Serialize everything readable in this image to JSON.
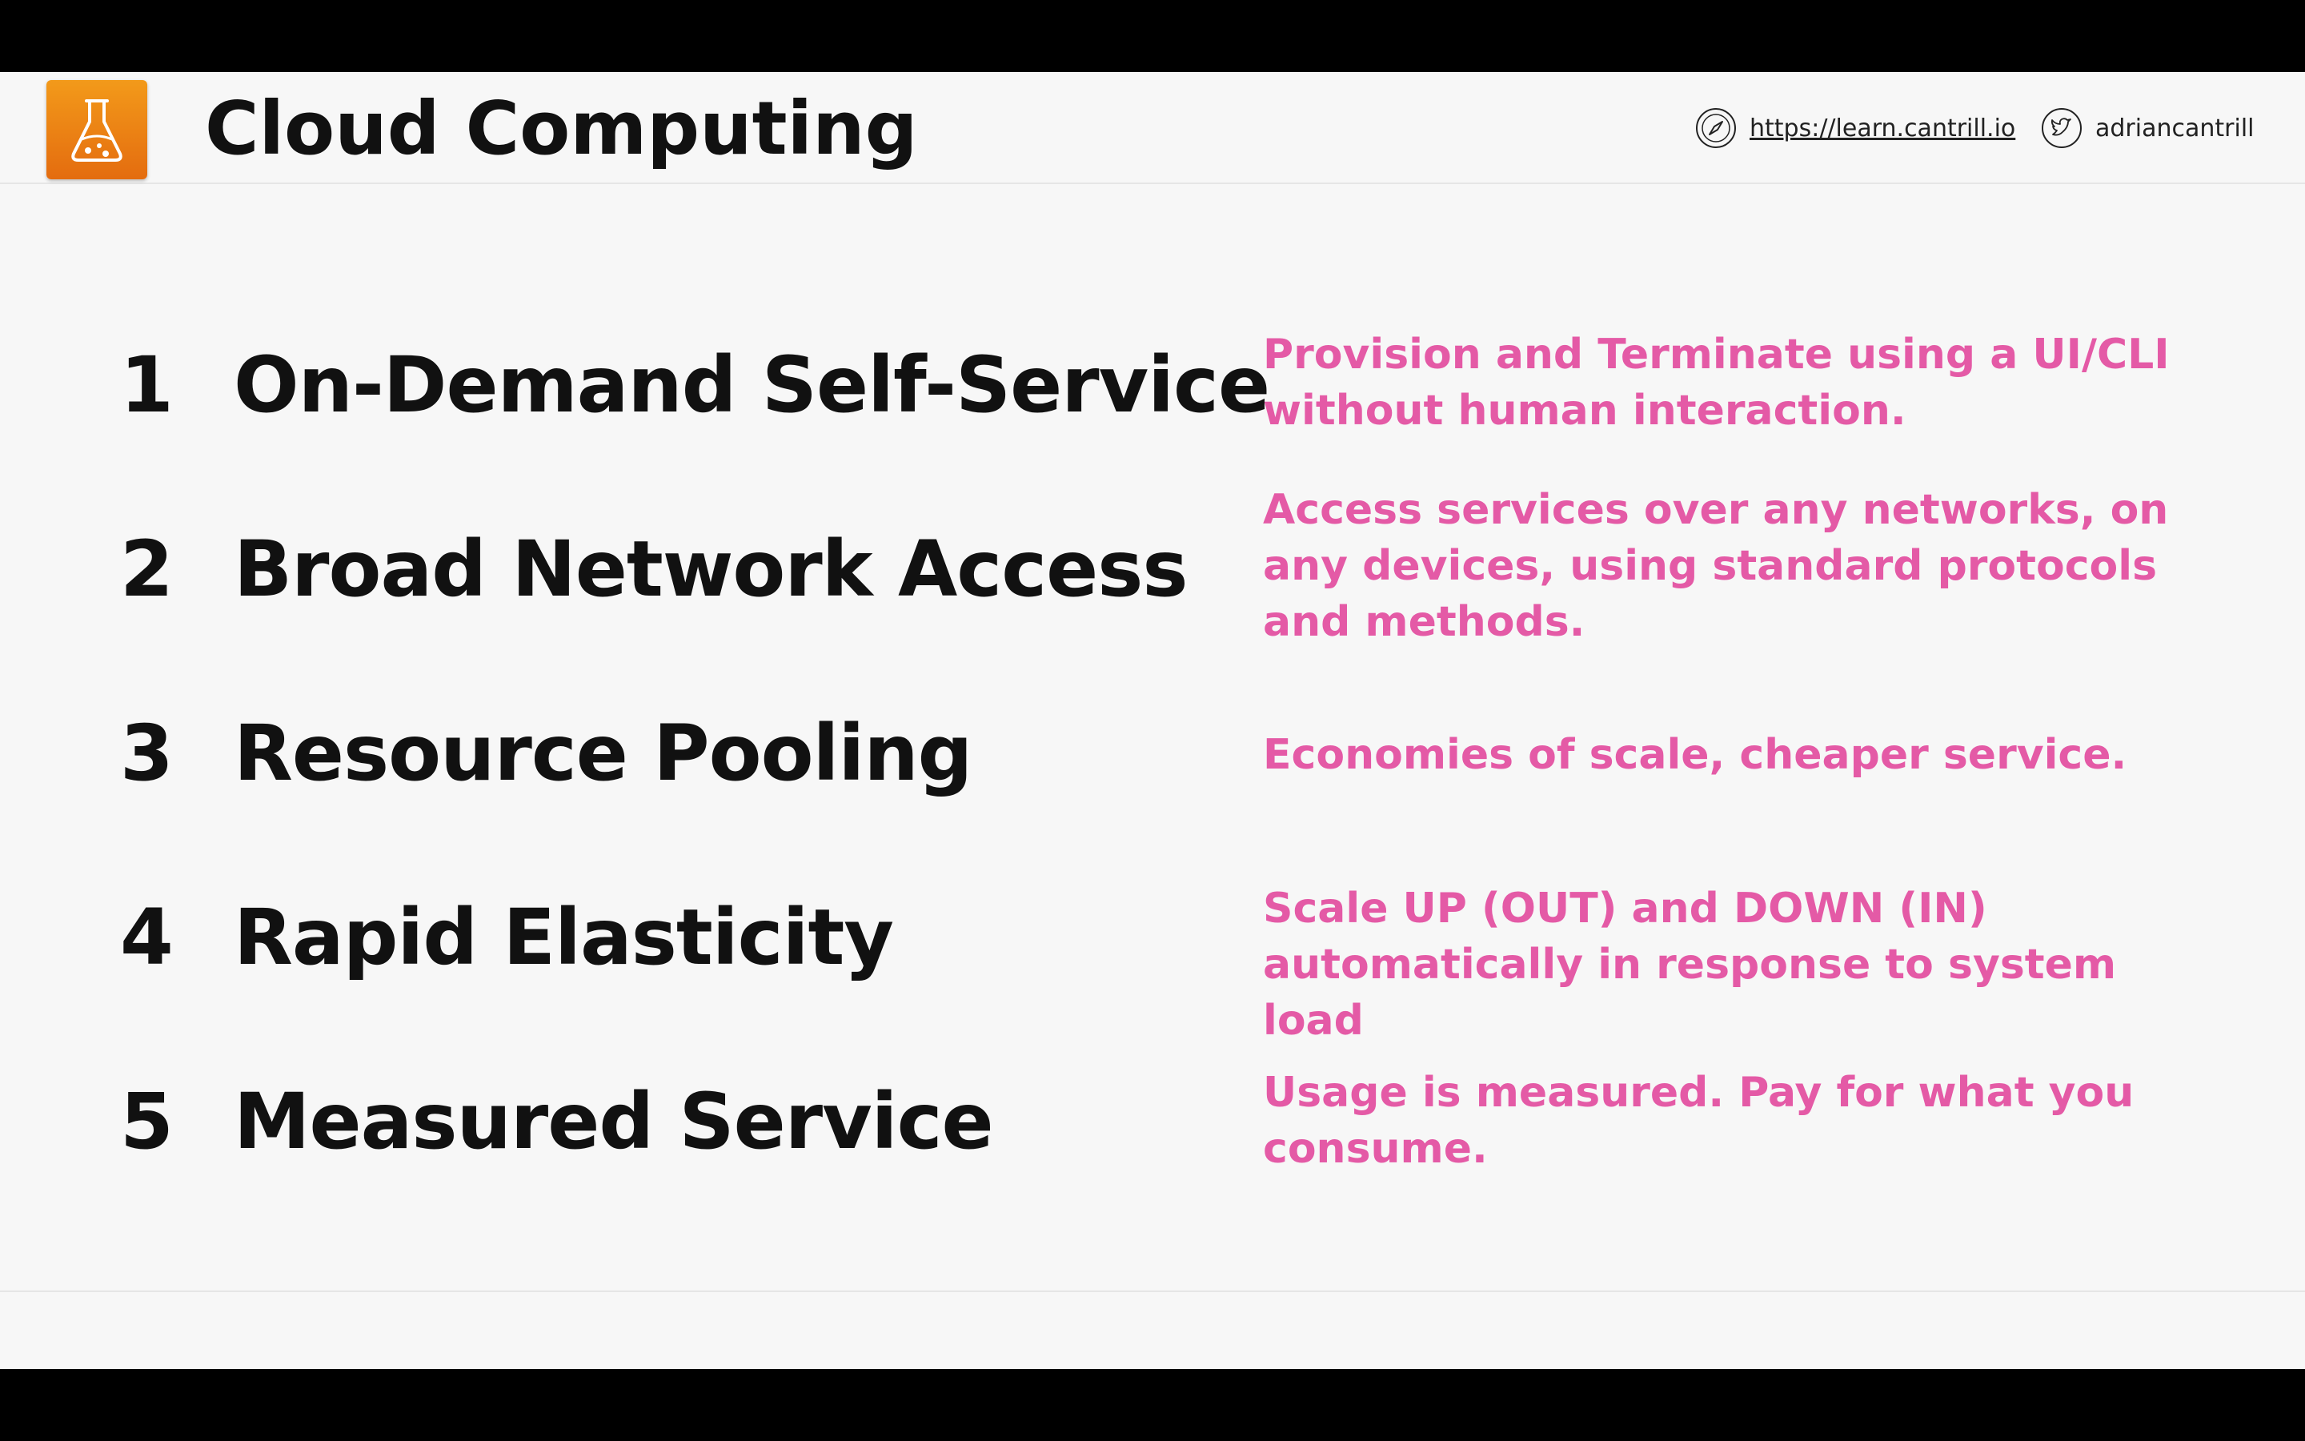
{
  "header": {
    "title": "Cloud Computing",
    "website": "https://learn.cantrill.io",
    "twitter": "adriancantrill"
  },
  "colors": {
    "accent": "#e45aa6",
    "logo": "#f08a1a",
    "text": "#111111"
  },
  "items": [
    {
      "number": "1",
      "name": "On-Demand Self-Service",
      "description": "Provision and Terminate using a UI/CLI without human interaction."
    },
    {
      "number": "2",
      "name": "Broad Network Access",
      "description": "Access services over any networks, on any devices, using standard protocols and methods."
    },
    {
      "number": "3",
      "name": "Resource Pooling",
      "description": "Economies of scale, cheaper service."
    },
    {
      "number": "4",
      "name": "Rapid Elasticity",
      "description": "Scale UP (OUT) and DOWN (IN) automatically in response to system load"
    },
    {
      "number": "5",
      "name": "Measured Service",
      "description": "Usage is measured. Pay for what you consume."
    }
  ]
}
